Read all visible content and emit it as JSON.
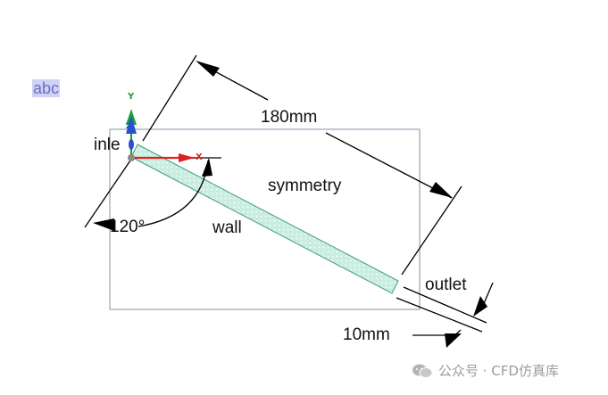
{
  "badge": {
    "text": "abc"
  },
  "labels": {
    "inlet": "inle",
    "length": "180mm",
    "symmetry": "symmetry",
    "angle": "120°",
    "wall": "wall",
    "outlet": "outlet",
    "width": "10mm"
  },
  "axes": {
    "y": "Y",
    "z": "Z",
    "x": "X"
  },
  "watermark": {
    "text": "公众号 · CFD仿真库"
  },
  "colors": {
    "domain": "#7f93a8",
    "plate_fill": "#c9ede0",
    "plate_stroke": "#3d9e7a",
    "dimension": "#000000",
    "axis_x": "#e02020",
    "axis_y": "#1a9e3a",
    "axis_z": "#2a4fd0",
    "badge_bg": "#cfd2f4",
    "badge_text": "#6a6fc8"
  },
  "icons": [
    "axis-triad-icon",
    "wechat-icon"
  ]
}
